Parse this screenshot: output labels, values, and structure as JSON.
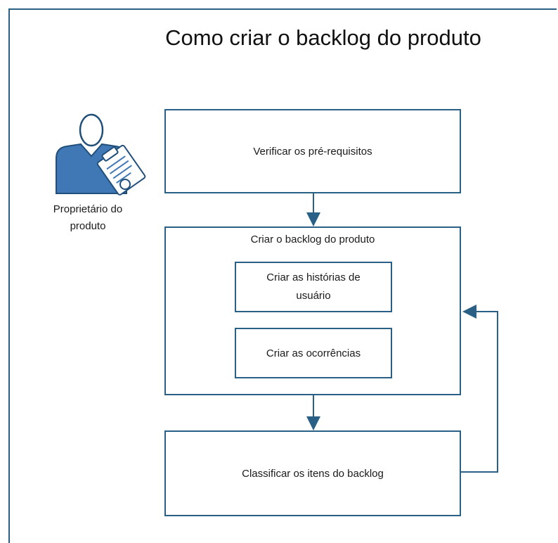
{
  "title": "Como criar o backlog do produto",
  "actor": {
    "label_line1": "Proprietário do",
    "label_line2": "produto",
    "icon": "product-owner-clipboard-icon"
  },
  "steps": {
    "verify": "Verificar os pré-requisitos",
    "create_backlog": "Criar o backlog do produto",
    "create_stories_line1": "Criar as histórias de",
    "create_stories_line2": "usuário",
    "create_issues": "Criar as ocorrências",
    "prioritize": "Classificar os itens do backlog"
  },
  "colors": {
    "accent": "#2a5f86",
    "icon_fill": "#3f78b5"
  }
}
